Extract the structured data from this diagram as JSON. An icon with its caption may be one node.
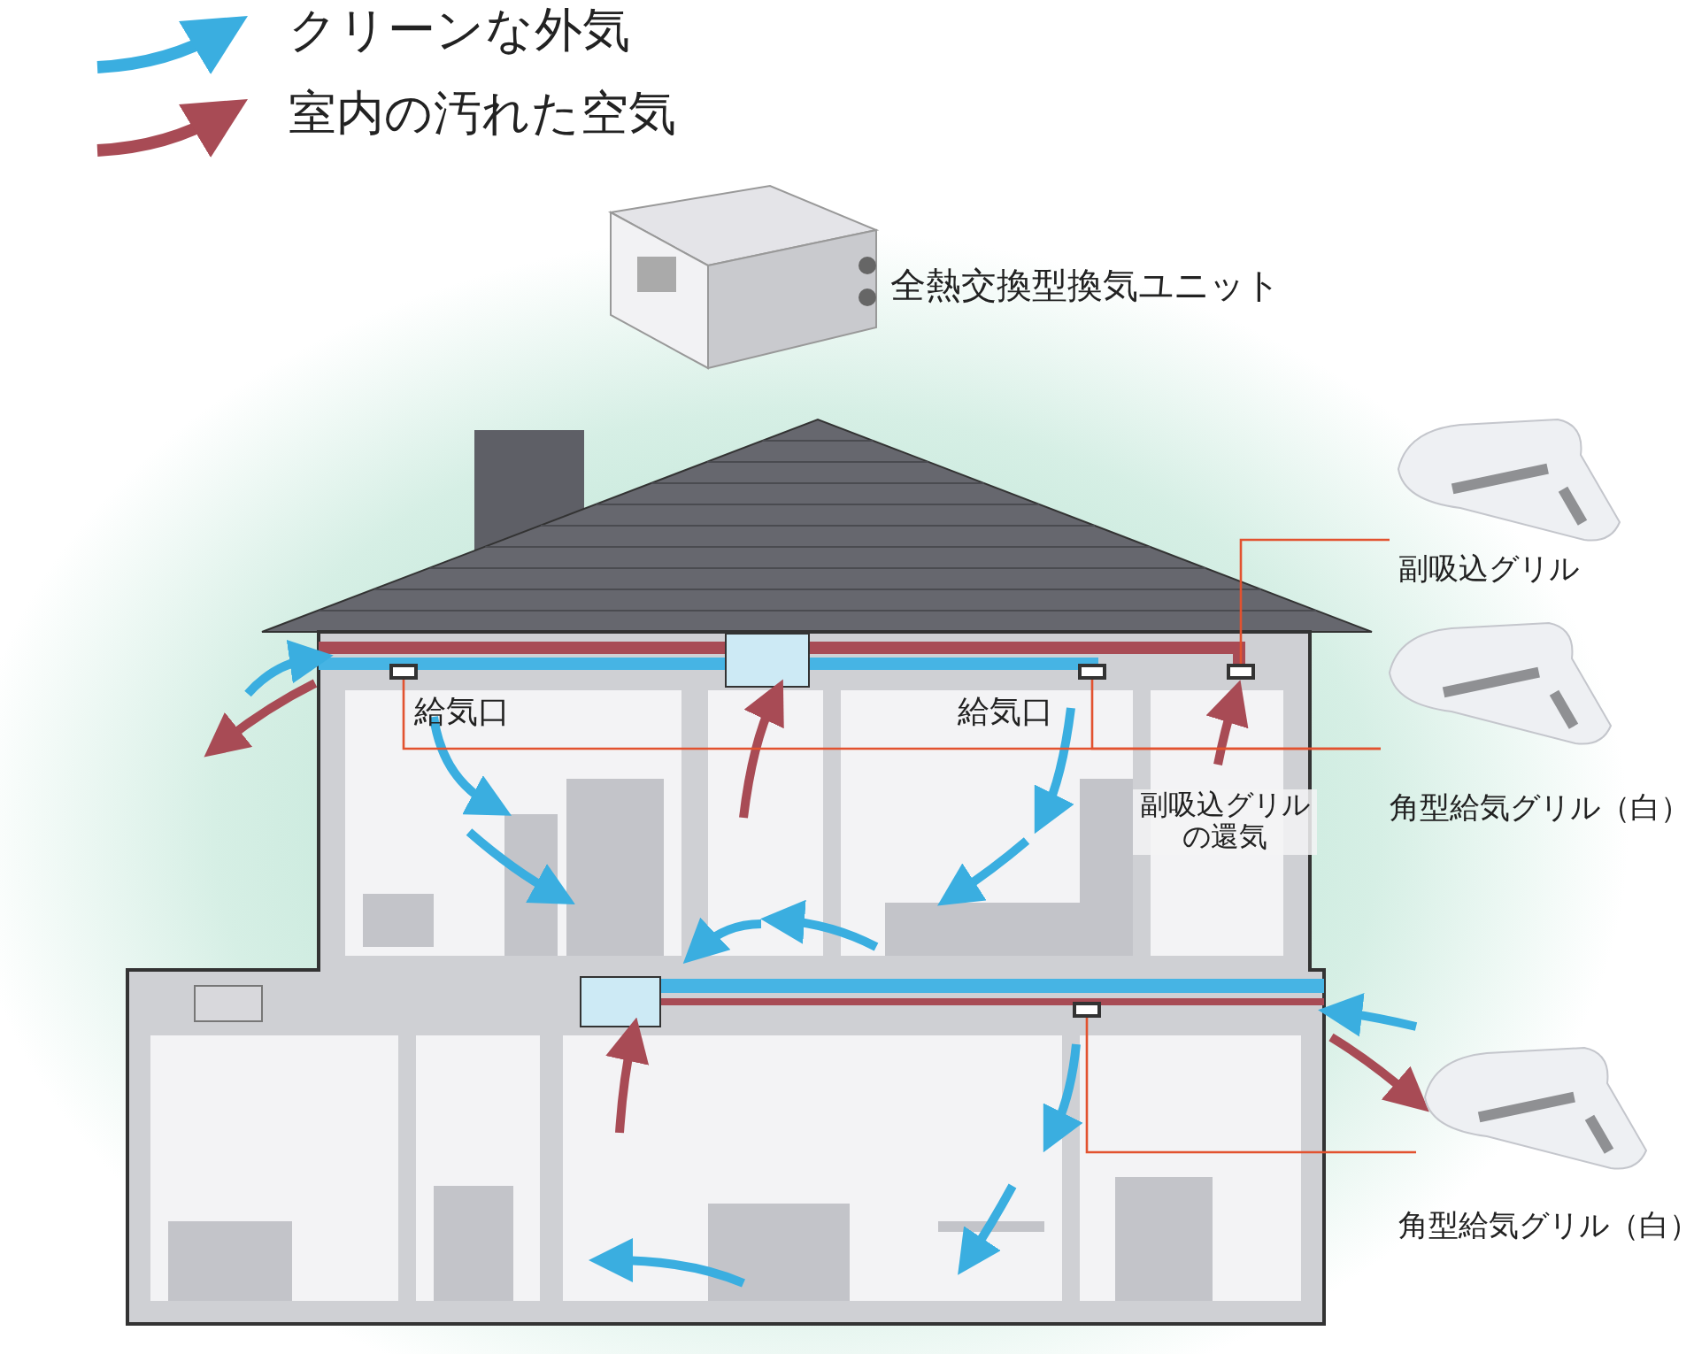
{
  "diagram": {
    "nodes": [
      {
        "text": [],
        "shape": "picture",
        "beside": [
          "全熱交換型換気ユニット"
        ]
      },
      {
        "text": [],
        "shape": "picture",
        "beside": [
          "副吸込グリル"
        ]
      },
      {
        "text": [],
        "shape": "picture",
        "beside": [
          "角型給気グリル（白）"
        ]
      },
      {
        "text": [],
        "shape": "picture",
        "beside": [
          "角型給気グリル（白）"
        ]
      },
      {
        "text": [],
        "shape": "box"
      },
      {
        "text": [],
        "shape": "box"
      },
      {
        "text": [],
        "shape": "box"
      },
      {
        "text": [],
        "shape": "box"
      }
    ],
    "edges": [
      {
        "from": 1,
        "to": 6,
        "arrow": "none",
        "color": "#e2522f"
      },
      {
        "from": 2,
        "to": 4,
        "arrow": "none",
        "color": "#e2522f"
      },
      {
        "from": 2,
        "to": 5,
        "arrow": "none",
        "color": "#e2522f"
      },
      {
        "from": 3,
        "to": 7,
        "arrow": "none",
        "color": "#e2522f"
      }
    ],
    "labels": [
      "給気口",
      "給気口",
      "副吸込グリルの還気"
    ],
    "legend": [
      {
        "text": "クリーンな外気"
      },
      {
        "text": "室内の汚れた空気"
      }
    ]
  }
}
